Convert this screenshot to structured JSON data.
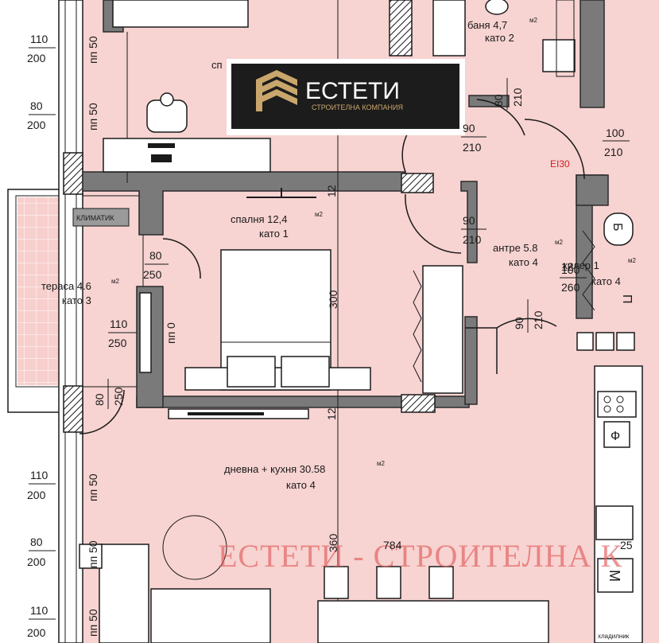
{
  "logo": {
    "name": "ЕСТЕТИ",
    "tagline": "СТРОИТЕЛНА КОМПАНИЯ"
  },
  "watermark": "ЕСТЕТИ - СТРОИТЕЛНА К",
  "rooms": {
    "bathroom": {
      "name": "баня 4,7",
      "unit": "м2",
      "level": "като 2"
    },
    "bedroom": {
      "name": "спалня 12,4",
      "unit": "м2",
      "level": "като 1"
    },
    "terrace": {
      "name": "тераса 4.6",
      "unit": "м2",
      "level": "като 3"
    },
    "entrance": {
      "name": "антре 5.8",
      "unit": "м2",
      "level": "като 4"
    },
    "storage": {
      "name": "килер 1",
      "unit": "м2",
      "level": "като 4"
    },
    "living": {
      "name": "дневна + кухня 30.58",
      "unit": "м2",
      "level": "като 4"
    },
    "top_cut": "сп"
  },
  "labels": {
    "climatic": "КЛИМАТИК",
    "fire_rating": "EI30",
    "gas_symbol": "Б",
    "socket_symbol": "Ф",
    "wash_symbol": "M",
    "hatch_label": "П",
    "kitchen_note": "хладилник",
    "bedroom_depth": "300",
    "living_depth": "360",
    "kitchen_length": "784",
    "corner_dim": "25",
    "wall_12_top": "12",
    "wall_12_bottom": "12",
    "wall_12_right": "12"
  },
  "windows": [
    {
      "width": "110",
      "height": "200",
      "pn": "пп 50"
    },
    {
      "width": "80",
      "height": "200",
      "pn": "пп 50"
    },
    {
      "width": "110",
      "height": "250",
      "pn": "пп 0"
    },
    {
      "width": "110",
      "height": "200",
      "pn": "пп 50"
    },
    {
      "width": "80",
      "height": "200",
      "pn": "пп 50"
    },
    {
      "width": "110",
      "height": "200",
      "pn": "пп 50"
    }
  ],
  "doors": [
    {
      "width": "80",
      "height": "210"
    },
    {
      "width": "90",
      "height": "210"
    },
    {
      "width": "100",
      "height": "210"
    },
    {
      "width": "90",
      "height": "210"
    },
    {
      "width": "80",
      "height": "250"
    },
    {
      "width": "90",
      "height": "210"
    },
    {
      "width": "80",
      "height": "250"
    },
    {
      "width": "100",
      "height": "260"
    }
  ],
  "colors": {
    "floor": "#f7d3d1",
    "terrace_tile": "#f7cfcd",
    "wall": "#7a7a7a",
    "watermark": "#e25a5a",
    "logo_bg": "#1c1c1c",
    "logo_gold": "#c9a66b"
  }
}
